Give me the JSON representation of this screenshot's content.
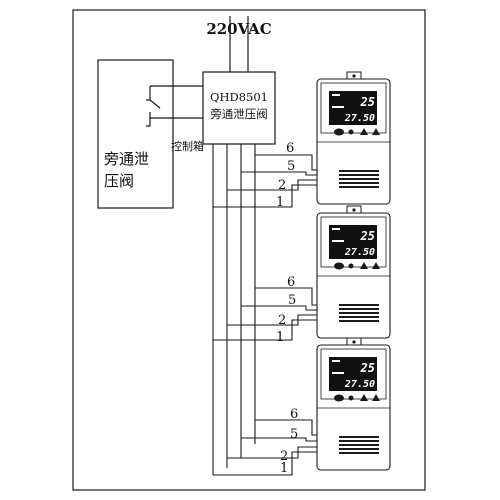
{
  "power_label": "220VAC",
  "valve": {
    "line1": "旁通泄",
    "line2": "压阀"
  },
  "controller": {
    "model": "QHD8501",
    "name": "旁通泄压阀"
  },
  "control_box_label": "控制箱",
  "terminal_labels": [
    "6",
    "5",
    "2",
    "1"
  ],
  "units": [
    {
      "display_top": "25",
      "display_bottom": "27.50"
    },
    {
      "display_top": "25",
      "display_bottom": "27.50"
    },
    {
      "display_top": "25",
      "display_bottom": "27.50"
    }
  ],
  "colors": {
    "line": "#1a1a1a",
    "display": "#111111",
    "segment": "#ffffff"
  }
}
